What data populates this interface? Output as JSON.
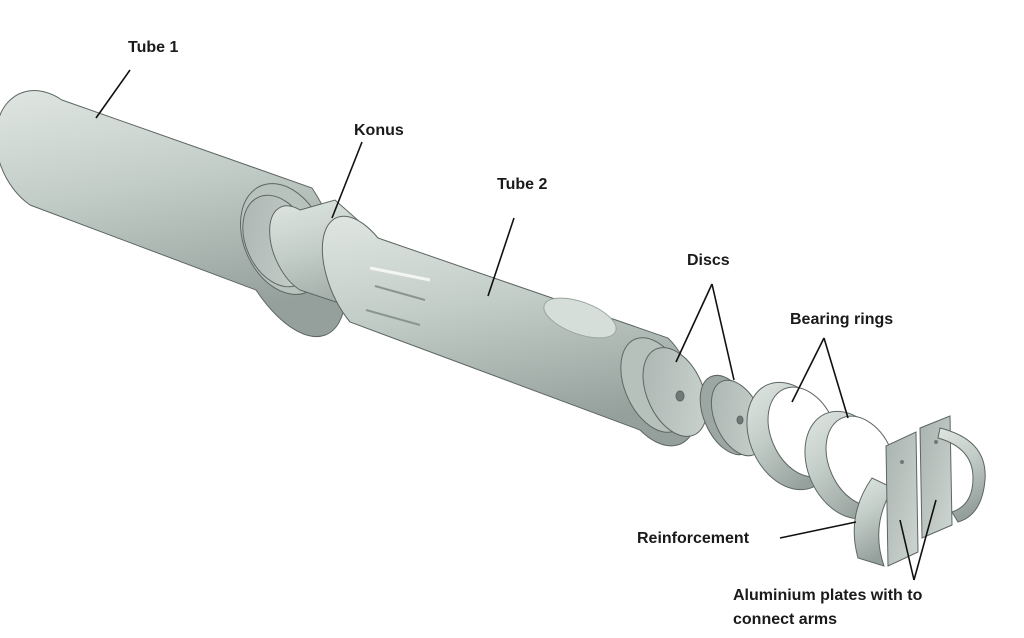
{
  "labels": {
    "tube1": "Tube 1",
    "konus": "Konus",
    "tube2": "Tube 2",
    "discs": "Discs",
    "bearing_rings": "Bearing rings",
    "reinforcement": "Reinforcement",
    "plates_line1": "Aluminium plates with to",
    "plates_line2": "connect arms"
  },
  "colors": {
    "part_fill": "#c3cdc8",
    "part_shade": "#9aa5a1",
    "part_light": "#dfe6e2",
    "part_stroke": "#5d6663",
    "label_text": "#1a1a1a",
    "leader_line": "#111111"
  }
}
